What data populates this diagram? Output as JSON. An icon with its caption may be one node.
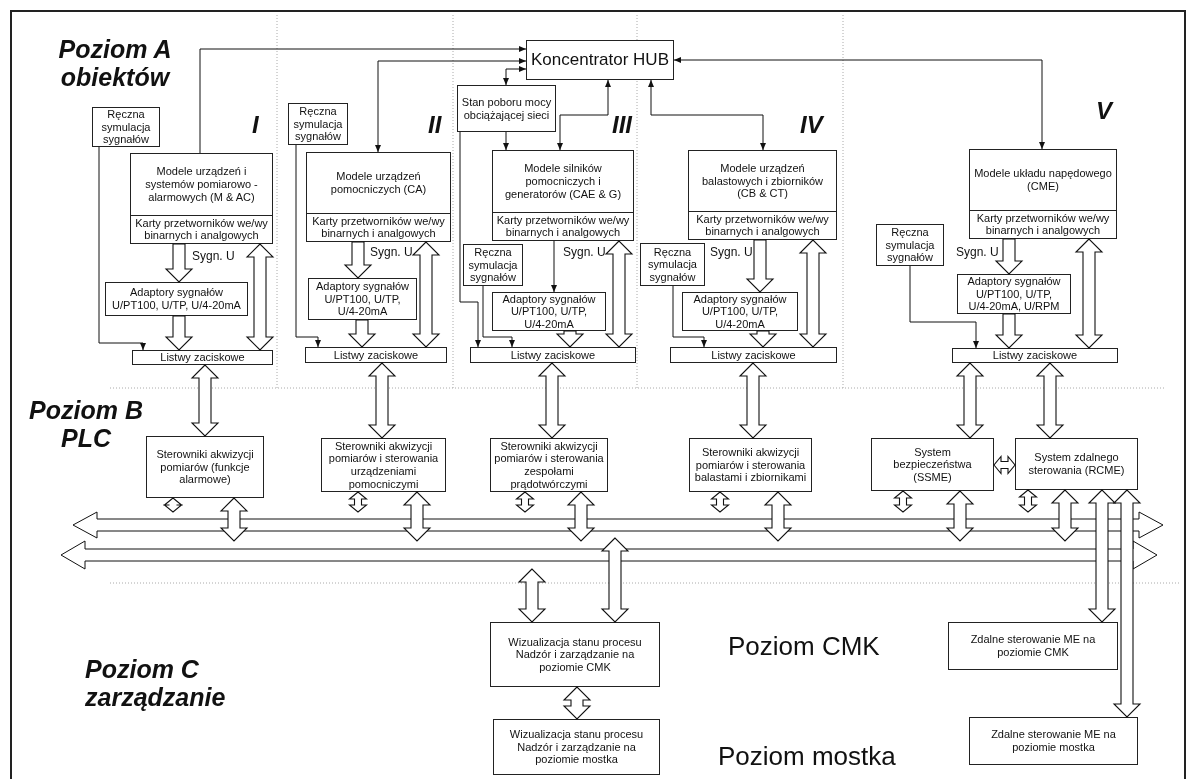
{
  "diagram": {
    "nodes": [
      {
        "text": [
          "Koncentrator HUB"
        ]
      },
      {
        "text": [
          "Ręczna symulacja sygnałów"
        ]
      },
      {
        "text": [
          "Modele urządzeń i systemów pomiarowo - alarmowych (M & AC)",
          "Karty przetworników we/wy binarnych i analgowych"
        ]
      },
      {
        "text": [
          "Adaptory sygnałów U/PT100, U/TP, U/4-20mA"
        ]
      },
      {
        "text": [
          "Listwy zaciskowe"
        ]
      },
      {
        "text": [
          "Ręczna symulacja sygnałów"
        ]
      },
      {
        "text": [
          "Modele urządzeń pomocniczych (CA)",
          "Karty przetworników we/wy binarnych i analgowych"
        ]
      },
      {
        "text": [
          "Adaptory sygnałów U/PT100, U/TP, U/4-20mA"
        ]
      },
      {
        "text": [
          "Listwy zaciskowe"
        ]
      },
      {
        "text": [
          "Stan poboru mocy obciążającej sieci"
        ]
      },
      {
        "text": [
          "Modele silników pomocniczych i generatorów (CAE & G)",
          "Karty przetworników we/wy binarnych i analgowych"
        ]
      },
      {
        "text": [
          "Ręczna symulacja sygnałów"
        ]
      },
      {
        "text": [
          "Adaptory sygnałów U/PT100, U/TP, U/4-20mA"
        ]
      },
      {
        "text": [
          "Listwy zaciskowe"
        ]
      },
      {
        "text": [
          "Modele urządzeń balastowych i zbiorników (CB & CT)",
          "Karty przetworników we/wy binarnych i analgowych"
        ]
      },
      {
        "text": [
          "Ręczna symulacja sygnałów"
        ]
      },
      {
        "text": [
          "Adaptory sygnałów U/PT100, U/TP, U/4-20mA"
        ]
      },
      {
        "text": [
          "Listwy zaciskowe"
        ]
      },
      {
        "text": [
          "Ręczna symulacja sygnałów"
        ]
      },
      {
        "text": [
          "Modele układu napędowego (CME)",
          "Karty przetworników we/wy binarnych i analgowych"
        ]
      },
      {
        "text": [
          "Adaptory sygnałów U/PT100, U/TP, U/4-20mA, U/RPM"
        ]
      },
      {
        "text": [
          "Listwy zaciskowe"
        ]
      },
      {
        "text": [
          "Sterowniki akwizycji pomiarów (funkcje alarmowe)"
        ]
      },
      {
        "text": [
          "Sterowniki akwizycji pomiarów i sterowania urządzeniami pomocniczymi"
        ]
      },
      {
        "text": [
          "Sterowniki akwizycji pomiarów i sterowania zespołami prądotwórczymi"
        ]
      },
      {
        "text": [
          "Sterowniki akwizycji pomiarów i sterowania balastami i zbiornikami"
        ]
      },
      {
        "text": [
          "System bezpieczeństwa (SSME)"
        ]
      },
      {
        "text": [
          "System zdalnego sterowania (RCME)"
        ]
      },
      {
        "text": [],
        "shape": "bar"
      },
      {
        "text": [],
        "shape": "bar"
      },
      {
        "text": [
          "Wizualizacja stanu procesu",
          "Nadzór i zarządzanie na poziomie CMK"
        ]
      },
      {
        "text": [
          "Wizualizacja stanu procesu",
          "Nadzór i zarządzanie na poziomie mostka"
        ]
      },
      {
        "text": [
          "Zdalne sterowanie ME na poziomie CMK"
        ]
      },
      {
        "text": [
          "Zdalne sterowanie ME na poziomie mostka"
        ]
      }
    ],
    "edges": [
      {
        "from": 2,
        "to": 0,
        "arrow": "to"
      },
      {
        "from": 0,
        "to": 6,
        "arrow": "both"
      },
      {
        "from": 9,
        "to": 0,
        "arrow": "both"
      },
      {
        "from": 0,
        "to": 10,
        "arrow": "both"
      },
      {
        "from": 0,
        "to": 14,
        "arrow": "both"
      },
      {
        "from": 0,
        "to": 19,
        "arrow": "both"
      },
      {
        "from": 9,
        "to": 10,
        "arrow": "to"
      },
      {
        "from": 9,
        "to": 13,
        "arrow": "to"
      },
      {
        "from": 11,
        "to": 13,
        "arrow": "to"
      },
      {
        "from": 1,
        "to": 4,
        "arrow": "to"
      },
      {
        "from": 5,
        "to": 8,
        "arrow": "to"
      },
      {
        "from": 15,
        "to": 17,
        "arrow": "to"
      },
      {
        "from": 18,
        "to": 21,
        "arrow": "to"
      },
      {
        "from": 2,
        "to": 3,
        "arrow": "to",
        "style": "thick"
      },
      {
        "from": 3,
        "to": 4,
        "arrow": "to",
        "style": "thick"
      },
      {
        "from": 2,
        "to": 4,
        "arrow": "both",
        "style": "thick"
      },
      {
        "from": 4,
        "to": 22,
        "arrow": "both",
        "style": "thick"
      },
      {
        "from": 6,
        "to": 7,
        "arrow": "to",
        "style": "thick"
      },
      {
        "from": 7,
        "to": 8,
        "arrow": "to",
        "style": "thick"
      },
      {
        "from": 6,
        "to": 8,
        "arrow": "both",
        "style": "thick"
      },
      {
        "from": 8,
        "to": 23,
        "arrow": "both",
        "style": "thick"
      },
      {
        "from": 10,
        "to": 12,
        "arrow": "to"
      },
      {
        "from": 12,
        "to": 13,
        "arrow": "to",
        "style": "thick"
      },
      {
        "from": 10,
        "to": 13,
        "arrow": "both",
        "style": "thick"
      },
      {
        "from": 13,
        "to": 24,
        "arrow": "both",
        "style": "thick"
      },
      {
        "from": 14,
        "to": 16,
        "arrow": "to",
        "style": "thick"
      },
      {
        "from": 16,
        "to": 17,
        "arrow": "to",
        "style": "thick"
      },
      {
        "from": 14,
        "to": 17,
        "arrow": "both",
        "style": "thick"
      },
      {
        "from": 17,
        "to": 25,
        "arrow": "both",
        "style": "thick"
      },
      {
        "from": 19,
        "to": 20,
        "arrow": "to",
        "style": "thick"
      },
      {
        "from": 20,
        "to": 21,
        "arrow": "to",
        "style": "thick"
      },
      {
        "from": 19,
        "to": 21,
        "arrow": "both",
        "style": "thick"
      },
      {
        "from": 21,
        "to": 26,
        "arrow": "both",
        "style": "thick"
      },
      {
        "from": 21,
        "to": 27,
        "arrow": "both",
        "style": "thick"
      },
      {
        "from": 26,
        "to": 27,
        "arrow": "both",
        "style": "thick"
      },
      {
        "from": 22,
        "to": 28,
        "arrow": "both",
        "style": "thick"
      },
      {
        "from": 22,
        "to": 29,
        "arrow": "both",
        "style": "thick"
      },
      {
        "from": 23,
        "to": 28,
        "arrow": "both",
        "style": "thick"
      },
      {
        "from": 23,
        "to": 29,
        "arrow": "both",
        "style": "thick"
      },
      {
        "from": 24,
        "to": 28,
        "arrow": "both",
        "style": "thick"
      },
      {
        "from": 24,
        "to": 29,
        "arrow": "both",
        "style": "thick"
      },
      {
        "from": 25,
        "to": 28,
        "arrow": "both",
        "style": "thick"
      },
      {
        "from": 25,
        "to": 29,
        "arrow": "both",
        "style": "thick"
      },
      {
        "from": 26,
        "to": 28,
        "arrow": "both",
        "style": "thick"
      },
      {
        "from": 26,
        "to": 29,
        "arrow": "both",
        "style": "thick"
      },
      {
        "from": 27,
        "to": 28,
        "arrow": "both",
        "style": "thick"
      },
      {
        "from": 27,
        "to": 29,
        "arrow": "both",
        "style": "thick"
      },
      {
        "from": 27,
        "to": 32,
        "arrow": "both",
        "style": "thick"
      },
      {
        "from": 27,
        "to": 33,
        "arrow": "both",
        "style": "thick"
      },
      {
        "from": 28,
        "to": 30,
        "arrow": "both",
        "style": "thick"
      },
      {
        "from": 29,
        "to": 30,
        "arrow": "both",
        "style": "thick"
      },
      {
        "from": 30,
        "to": 31,
        "arrow": "both",
        "style": "thick"
      }
    ],
    "labels": [
      "Poziom A obiektów",
      "I",
      "II",
      "III",
      "IV",
      "V",
      "Sygn. U",
      "Sygn. U",
      "Sygn. U",
      "Sygn. U",
      "Sygn. U",
      "Poziom B PLC",
      "Poziom CMK",
      "Poziom C zarządzanie",
      "Poziom mostka"
    ]
  }
}
